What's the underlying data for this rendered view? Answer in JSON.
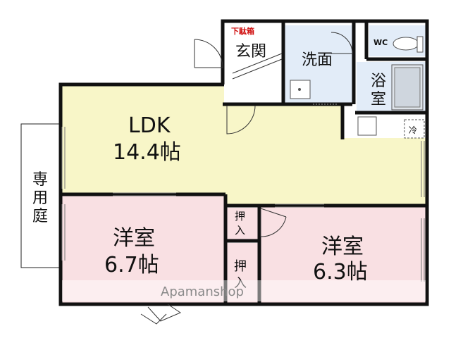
{
  "rooms": {
    "ldk": {
      "name": "LDK",
      "size": "14.4帖",
      "color": "#f8f6c8"
    },
    "western_left": {
      "name": "洋室",
      "size": "6.7帖",
      "color": "#f9e0e3"
    },
    "western_right": {
      "name": "洋室",
      "size": "6.3帖",
      "color": "#f9e0e3"
    },
    "washroom": {
      "name": "洗面",
      "color": "#e2ecf8"
    },
    "bath": {
      "name_top": "浴",
      "name_bottom": "室",
      "color": "#e2ecf8"
    },
    "wc": {
      "name": "WC",
      "color": "#e2ecf8"
    },
    "entrance": {
      "name": "玄関",
      "shoe_box": "下駄箱"
    },
    "closet_upper": {
      "top": "押",
      "bottom": "入"
    },
    "closet_lower": {
      "top": "押",
      "bottom": "入"
    },
    "fridge": {
      "label": "冷"
    },
    "garden": {
      "c1": "専",
      "c2": "用",
      "c3": "庭"
    }
  },
  "watermark": "Apamanshop",
  "colors": {
    "wall": "#111111",
    "accent_red": "#d01010"
  }
}
